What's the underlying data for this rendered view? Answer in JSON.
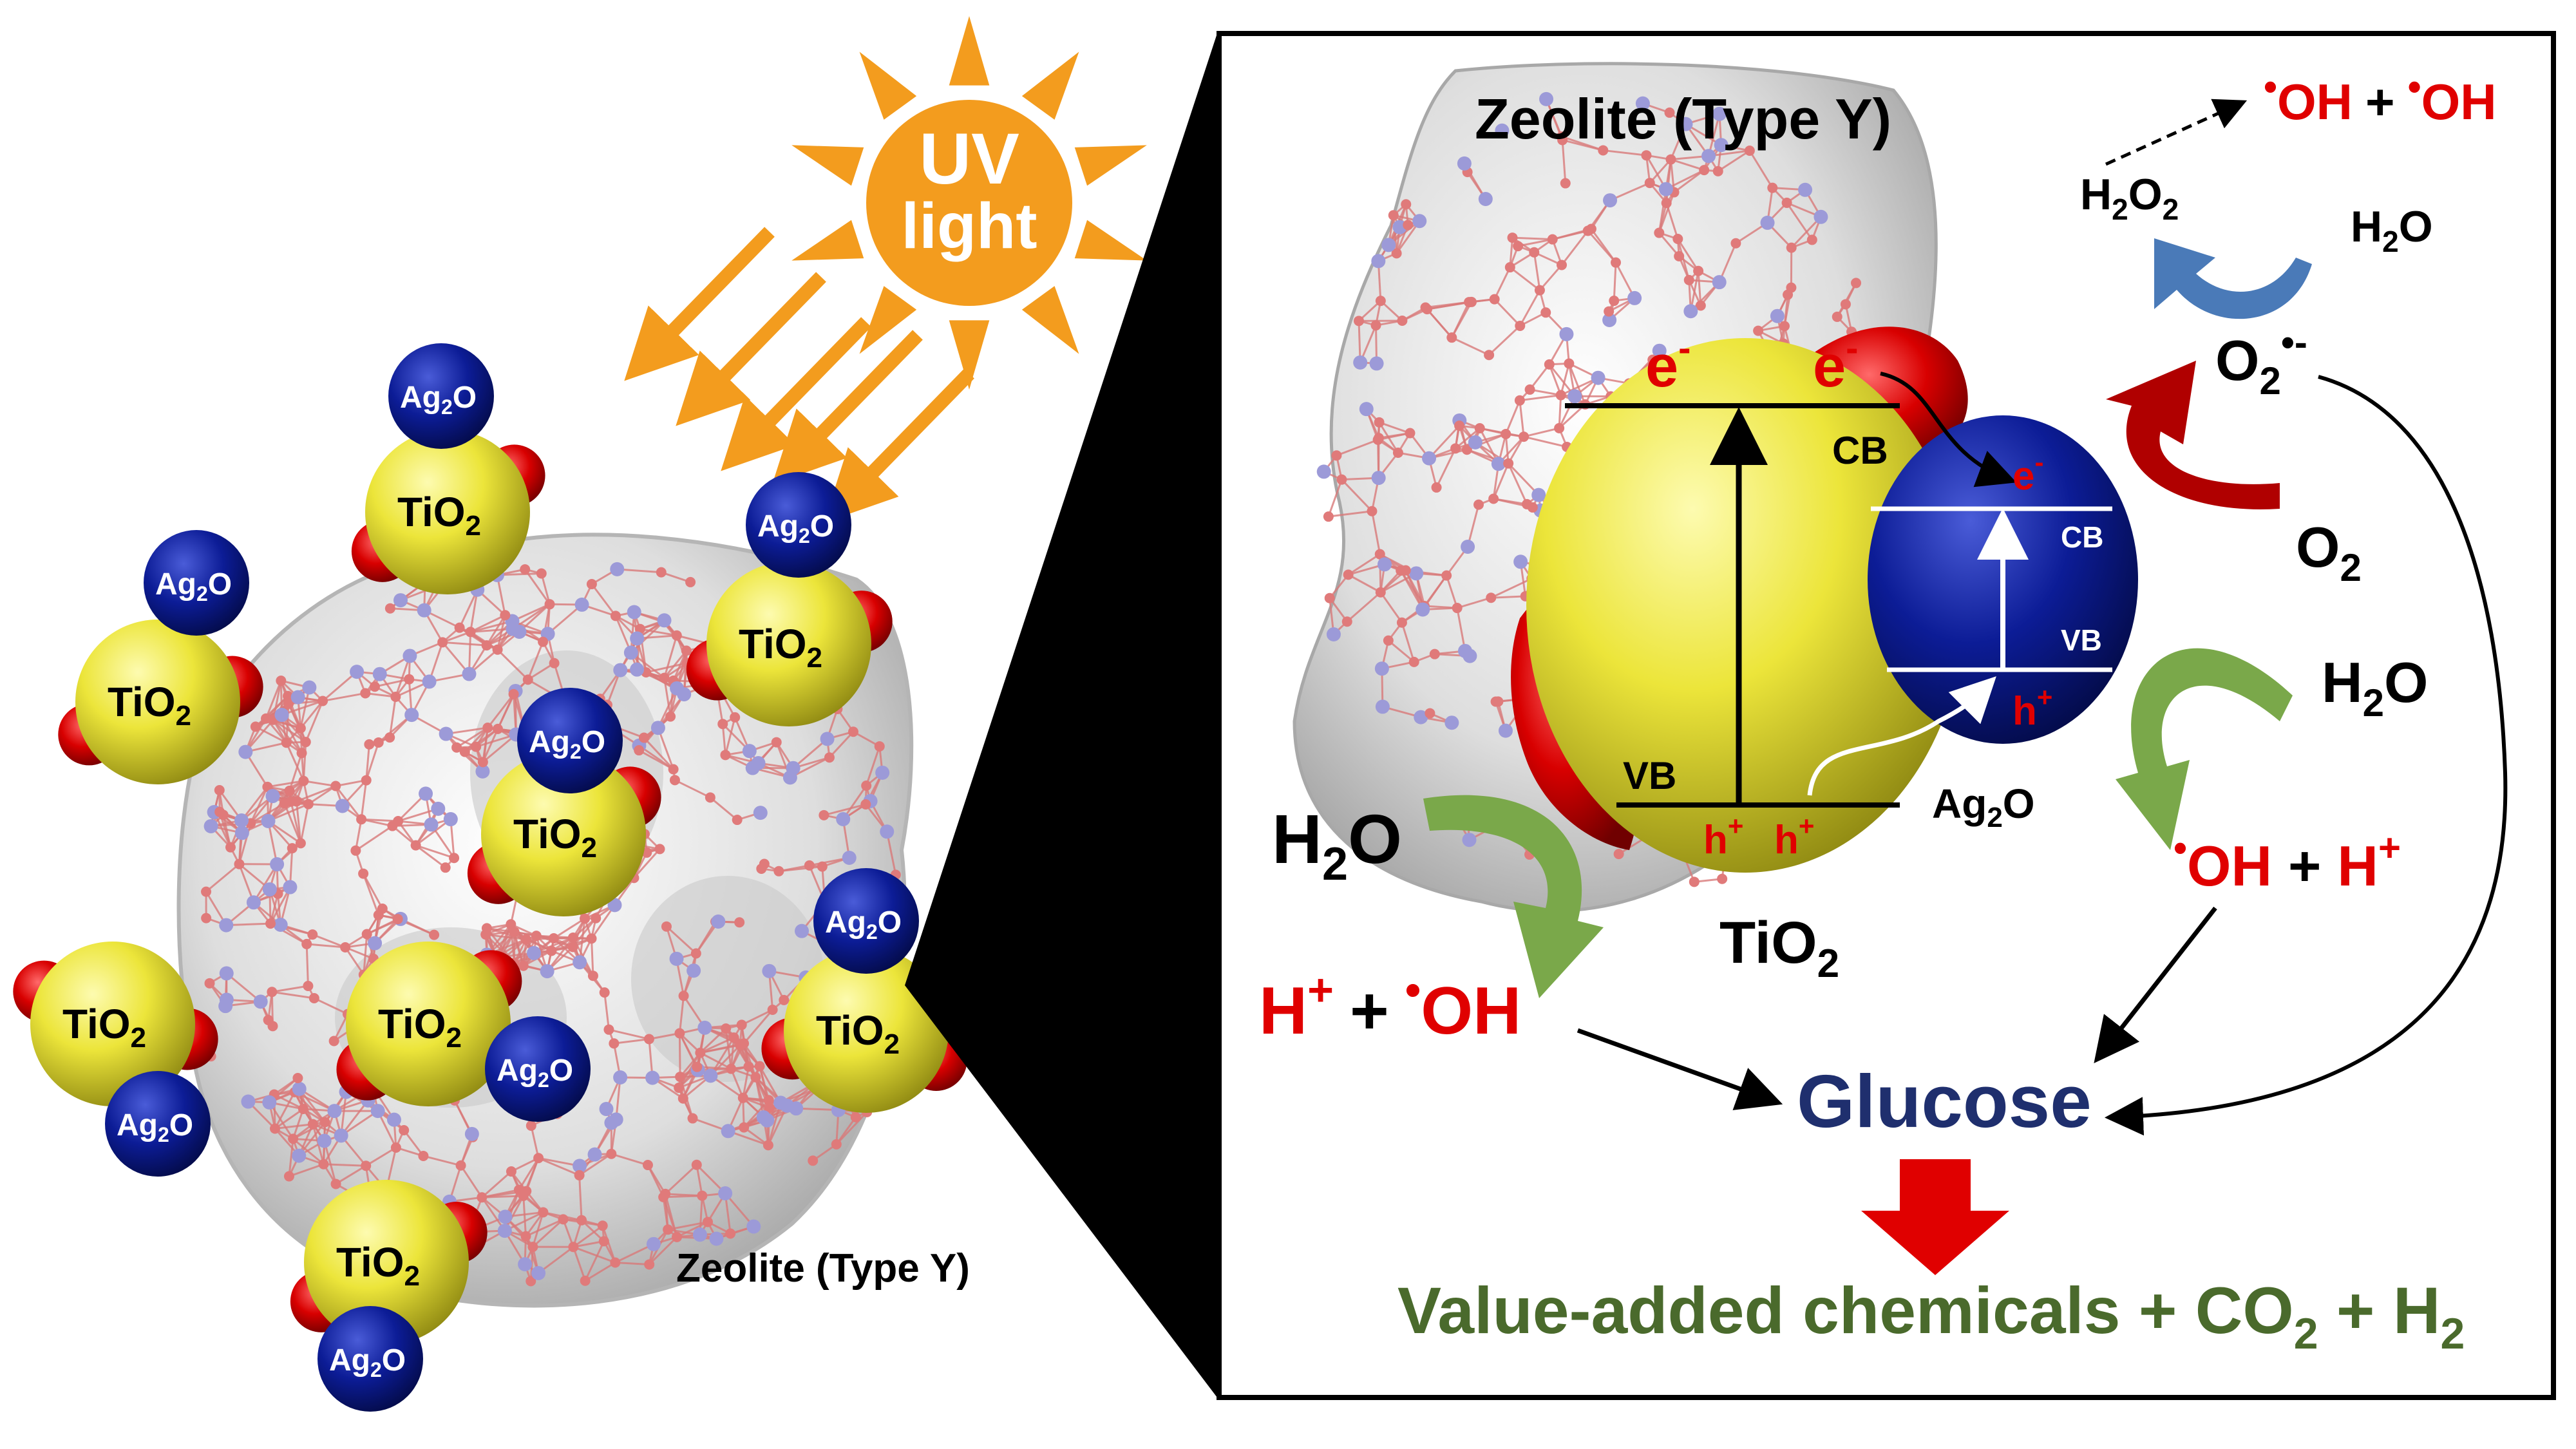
{
  "colors": {
    "tio2_yellow": "#f2ee3a",
    "ag2o_blue": "#0a1a8c",
    "red_accent": "#e00000",
    "uv_orange": "#f39c1e",
    "glucose_blue": "#1f2f6e",
    "product_green": "#4a6a2c",
    "green_arrow": "#7aa84a",
    "blue_arrow": "#4a7ab8",
    "dark_red_arrow": "#b00000"
  },
  "left": {
    "uv_line1": "UV",
    "uv_line2": "light",
    "tio2_label": "TiO",
    "tio2_sub": "2",
    "ag2o_label_pre": "Ag",
    "ag2o_sub": "2",
    "ag2o_label_post": "O",
    "zeolite_label": "Zeolite (Type Y)"
  },
  "right": {
    "zeolite_label": "Zeolite (Type Y)",
    "e_minus": "e",
    "minus_sup": "-",
    "h_plus": "h",
    "plus_sup": "+",
    "cb": "CB",
    "vb": "VB",
    "tio2_main": "TiO",
    "tio2_sub": "2",
    "ag2o_pre": "Ag",
    "ag2o_sub": "2",
    "ag2o_post": "O",
    "h2o2_pre": "H",
    "h2o2_sub": "2",
    "h2o2_post": "O",
    "h2o2_sub2": "2",
    "oh_dot": "•",
    "oh": "OH",
    "plus": "+",
    "h2o_pre": "H",
    "h2o_sub": "2",
    "h2o_post": "O",
    "o2_pre": "O",
    "o2_sub": "2",
    "o2_radical_sup": "•-",
    "h_ion": "H",
    "h_ion_sup": "+",
    "glucose": "Glucose",
    "products_pre": "Value-added chemicals + CO",
    "products_sub": "2",
    "products_mid": " + H",
    "products_sub2": "2"
  }
}
